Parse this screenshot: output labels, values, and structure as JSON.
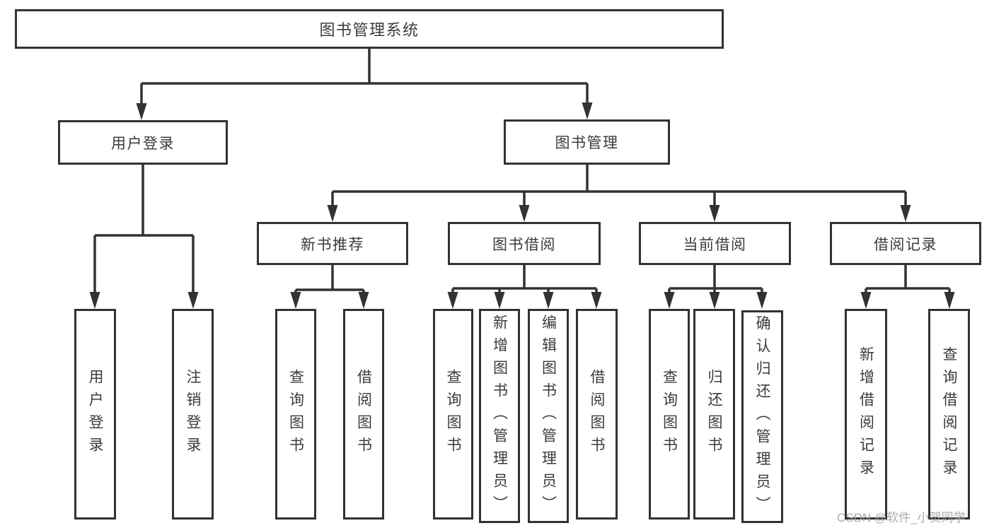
{
  "root": {
    "label": "图书管理系统"
  },
  "user_login": {
    "label": "用户登录",
    "children": [
      {
        "label": "用户登录"
      },
      {
        "label": "注销登录"
      }
    ]
  },
  "book_mgmt": {
    "label": "图书管理",
    "sections": [
      {
        "label": "新书推荐",
        "children": [
          {
            "label": "查询图书"
          },
          {
            "label": "借阅图书"
          }
        ]
      },
      {
        "label": "图书借阅",
        "children": [
          {
            "label": "查询图书"
          },
          {
            "label": "新增图书（管理员）"
          },
          {
            "label": "编辑图书（管理员）"
          },
          {
            "label": "借阅图书"
          }
        ]
      },
      {
        "label": "当前借阅",
        "children": [
          {
            "label": "查询图书"
          },
          {
            "label": "归还图书"
          },
          {
            "label": "确认归还（管理员）"
          }
        ]
      },
      {
        "label": "借阅记录",
        "children": [
          {
            "label": "新增借阅记录"
          },
          {
            "label": "查询借阅记录"
          }
        ]
      }
    ]
  },
  "watermark": {
    "text": "CSDN @软件_小贺同学"
  },
  "colors": {
    "line": "#323232",
    "text": "#3b3b3b",
    "box_background": "#ffffff",
    "watermark": "#a3a3a3"
  }
}
